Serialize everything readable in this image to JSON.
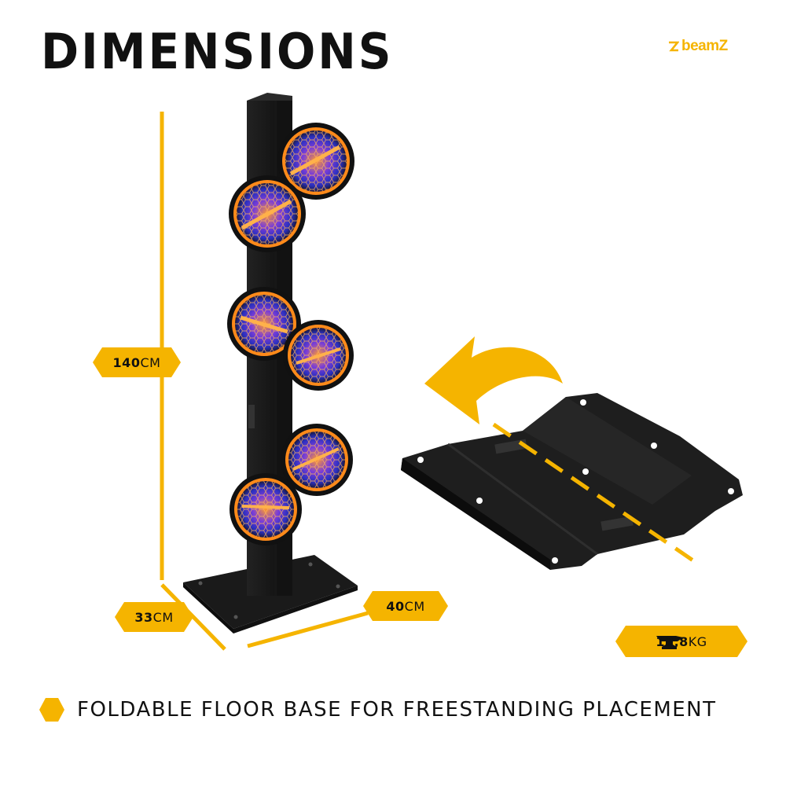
{
  "title": "DIMENSIONS",
  "brand": {
    "name": "beamZ",
    "color": "#f5b400"
  },
  "dimensions": {
    "height": {
      "value": "140",
      "unit": "CM"
    },
    "depth": {
      "value": "33",
      "unit": "CM"
    },
    "width": {
      "value": "40",
      "unit": "CM"
    }
  },
  "weight": {
    "value": "13,8",
    "unit": "KG",
    "icon": "anvil-icon"
  },
  "footer": {
    "text": "FOLDABLE FLOOR BASE FOR FREESTANDING PLACEMENT",
    "bullet_icon": "hexagon-bullet-icon"
  },
  "colors": {
    "accent": "#f5b400",
    "product": "#1c1c1c",
    "text": "#111111"
  }
}
